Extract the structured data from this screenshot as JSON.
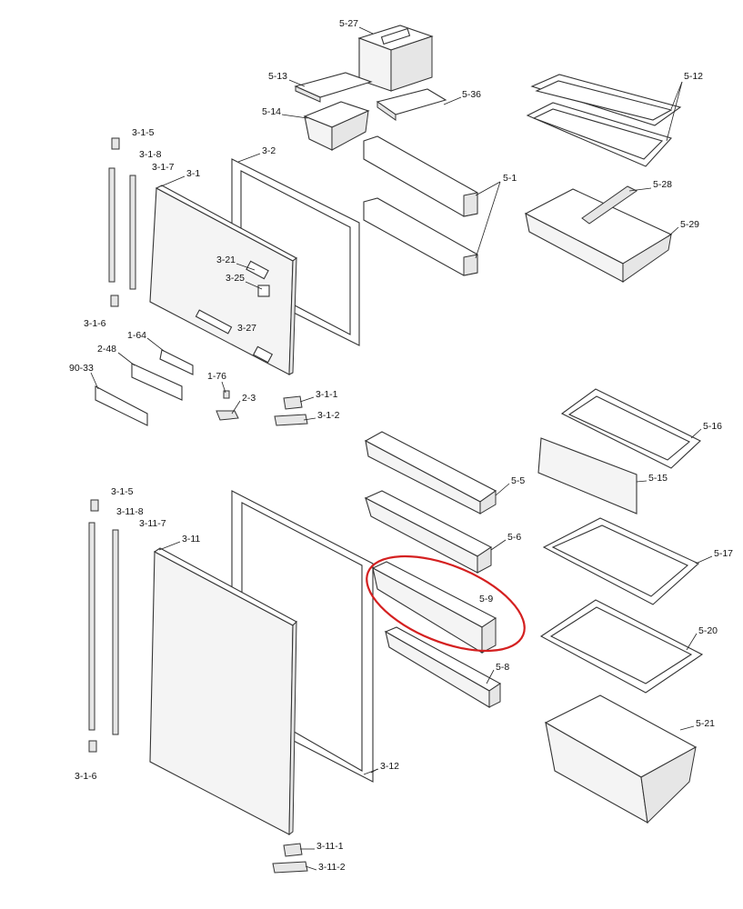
{
  "highlight_color": "#d42020",
  "highlighted_part": "5-9",
  "labels": [
    "5-27",
    "5-13",
    "5-36",
    "5-14",
    "5-12",
    "3-1-5",
    "3-1-8",
    "3-1-7",
    "3-1",
    "3-2",
    "5-1",
    "5-28",
    "5-29",
    "3-21",
    "3-25",
    "3-1-6",
    "1-64",
    "3-27",
    "2-48",
    "90-33",
    "1-76",
    "2-3",
    "3-1-1",
    "3-1-2",
    "5-16",
    "5-5",
    "5-15",
    "3-1-5",
    "3-11-8",
    "3-11-7",
    "3-11",
    "5-6",
    "5-17",
    "5-9",
    "5-20",
    "5-8",
    "5-21",
    "3-1-6",
    "3-12",
    "3-11-1",
    "3-11-2"
  ]
}
